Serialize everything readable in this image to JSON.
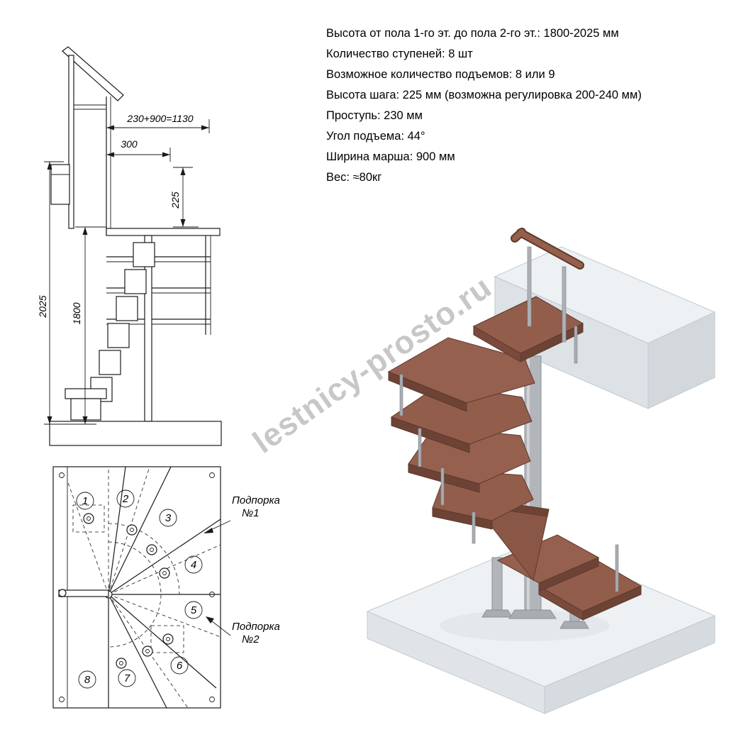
{
  "specs": {
    "lines": [
      "Высота от пола 1-го эт. до пола 2-го эт.: 1800-2025 мм",
      "Количество ступеней: 8 шт",
      "Возможное количество подъемов: 8 или 9",
      "Высота шага: 225 мм (возможна регулировка 200-240 мм)",
      "Проступь: 230 мм",
      "Угол подъема: 44°",
      "Ширина марша: 900 мм",
      "Вес: ≈80кг"
    ]
  },
  "elevation": {
    "dim_total": "230+900=1130",
    "dim_offset": "300",
    "dim_step": "225",
    "dim_height_max": "2025",
    "dim_height_min": "1800"
  },
  "plan": {
    "steps": [
      "1",
      "2",
      "3",
      "4",
      "5",
      "6",
      "7",
      "8"
    ],
    "support1_line1": "Подпорка",
    "support1_line2": "№1",
    "support2_line1": "Подпорка",
    "support2_line2": "№2"
  },
  "watermark": "lestnicy-prosto.ru",
  "colors": {
    "wood_top": "#925d4b",
    "wood_edge": "#6d4335",
    "metal": "#b2b6bb",
    "slab": "#eef1f3",
    "drawing_line": "#1a1a1a"
  }
}
